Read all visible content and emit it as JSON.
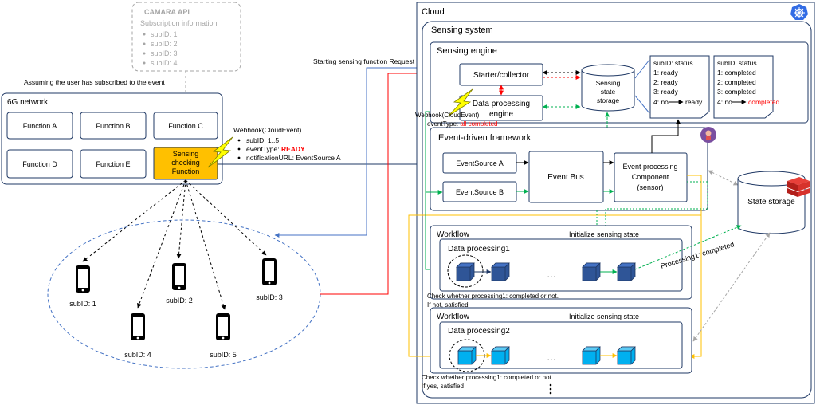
{
  "camara": {
    "title": "CAMARA API",
    "subtitle": "Subscription information",
    "items": [
      "subID: 1",
      "subID: 2",
      "subID: 3",
      "subID: 4"
    ]
  },
  "assumption_text": "Assuming the user has subscribed to the event",
  "network": {
    "title": "6G network",
    "functions": [
      "Function A",
      "Function B",
      "Function C",
      "Function D",
      "Function E"
    ],
    "sensing_function": [
      "Sensing",
      "checking",
      "Function"
    ]
  },
  "webhook_ready": {
    "title": "Webhook(CloudEvent)",
    "sub": "subID: 1..5",
    "event_label": "eventType: ",
    "event_value": "READY",
    "notification": "notificationURL: EventSource A"
  },
  "start_request": "Starting sensing function Request",
  "devices": [
    "subID: 1",
    "subID: 2",
    "subID: 3",
    "subID: 4",
    "subID: 5"
  ],
  "cloud": {
    "title": "Cloud",
    "sensing_system": "Sensing system",
    "sensing_engine": "Sensing engine",
    "starter": "Starter/collector",
    "data_processing_engine": [
      "Data processing",
      "engine"
    ],
    "storage": [
      "Sensing",
      "state",
      "storage"
    ],
    "status_left": [
      "subID: status",
      "1: ready",
      "2: ready",
      "3: ready",
      "4: no"
    ],
    "status_left_arrow": "ready",
    "status_right": [
      "subID: status",
      "1: completed",
      "2: completed",
      "3: completed",
      "4: no"
    ],
    "status_right_arrow": "completed",
    "webhook_completed": {
      "title": "Webhook(CloudEvent)",
      "event_label": "eventType: ",
      "event_value": "all completed"
    },
    "edf": "Event-driven framework",
    "source_a": "EventSource A",
    "source_b": "EventSource B",
    "bus": "Event Bus",
    "epc": [
      "Event processing",
      "Component",
      "(sensor)"
    ],
    "state_storage": "State storage",
    "workflow1": {
      "title": "Workflow",
      "init": "Initialize sensing state",
      "dp": "Data processing1",
      "annotation": "Processing1: completed",
      "check": [
        "Check whether processing1: completed or not.",
        "If not, satisfied"
      ]
    },
    "workflow2": {
      "title": "Workflow",
      "init": "Initialize sensing state",
      "dp": "Data processing2",
      "check": [
        "Check whether processing1: completed or not.",
        "If yes, satisfied"
      ]
    },
    "ellipsis": "…"
  },
  "colors": {
    "dark_navy": "#1f3864",
    "sensing_fn_fill": "#ffc000",
    "cube_dark": "#2f5597",
    "cube_light": "#00b0f0",
    "red": "#ff0000",
    "green": "#00b050",
    "orange": "#ffc000",
    "grey_dashed": "#a6a6a6",
    "blue_line": "#4472c4"
  }
}
